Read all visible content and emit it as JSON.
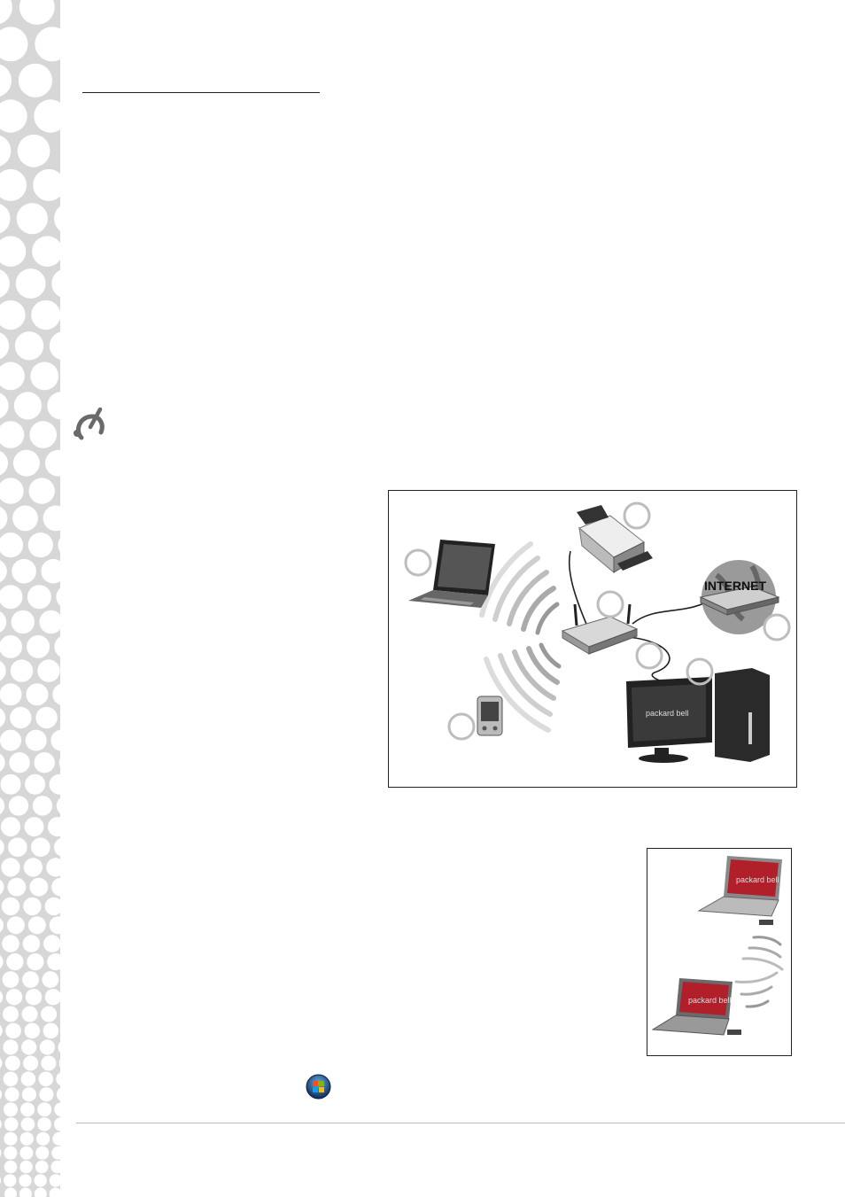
{
  "page": {
    "background": "#ffffff",
    "sidebar_color": "#d7d7d7"
  },
  "icons": {
    "note": "wireless-note-icon",
    "start": "windows-start-orb-icon"
  },
  "network_figure": {
    "internet_label": "INTERNET",
    "monitor_brand": "packard bell",
    "callout_count": 7
  },
  "adhoc_figure": {
    "laptop_brand": "packard bell"
  }
}
